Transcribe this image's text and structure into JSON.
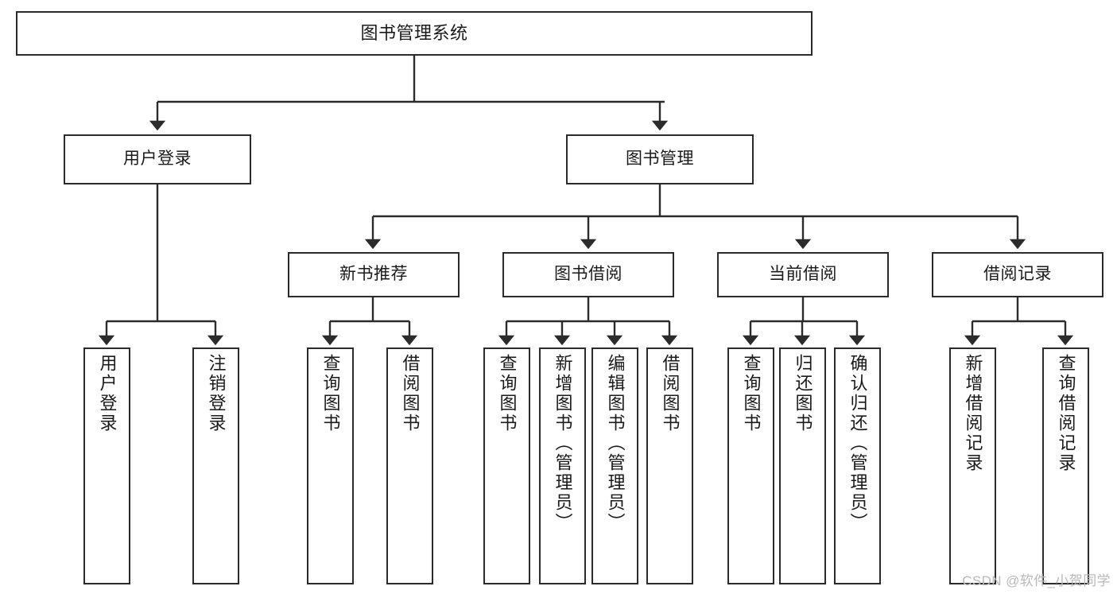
{
  "diagram": {
    "title": "图书管理系统",
    "type": "tree-hierarchy-diagram",
    "colors": {
      "box_border": "#2b2b2b",
      "box_fill": "#ffffff",
      "connector": "#2b2b2b",
      "text": "#1a1a1a",
      "watermark": "#b9b9b9",
      "background": "#ffffff"
    },
    "levels": {
      "root_label": "图书管理系统",
      "level2": [
        "用户登录",
        "图书管理"
      ],
      "level3": [
        "新书推荐",
        "图书借阅",
        "当前借阅",
        "借阅记录"
      ]
    },
    "nodes": {
      "root": {
        "label": "图书管理系统"
      },
      "user_login": {
        "label": "用户登录"
      },
      "book_manage": {
        "label": "图书管理"
      },
      "new_book_rec": {
        "label": "新书推荐"
      },
      "book_borrow": {
        "label": "图书借阅"
      },
      "current_borrow": {
        "label": "当前借阅"
      },
      "borrow_record": {
        "label": "借阅记录"
      },
      "leaf_user_login": {
        "label": "用户登录"
      },
      "leaf_user_logout": {
        "label": "注销登录"
      },
      "leaf_rec_query_book": {
        "label": "查询图书"
      },
      "leaf_rec_borrow_book": {
        "label": "借阅图书"
      },
      "leaf_borrow_query_book": {
        "label": "查询图书"
      },
      "leaf_add_book_admin": {
        "label": "新增图书（管理员）"
      },
      "leaf_edit_book_admin": {
        "label": "编辑图书（管理员）"
      },
      "leaf_borrow_book": {
        "label": "借阅图书"
      },
      "leaf_cur_query_book": {
        "label": "查询图书"
      },
      "leaf_return_book": {
        "label": "归还图书"
      },
      "leaf_confirm_return_admin": {
        "label": "确认归还（管理员）"
      },
      "leaf_add_borrow_record": {
        "label": "新增借阅记录"
      },
      "leaf_query_borrow_record": {
        "label": "查询借阅记录"
      }
    },
    "edges": [
      {
        "from": "root",
        "to": "user_login"
      },
      {
        "from": "root",
        "to": "book_manage"
      },
      {
        "from": "user_login",
        "to": "leaf_user_login"
      },
      {
        "from": "user_login",
        "to": "leaf_user_logout"
      },
      {
        "from": "book_manage",
        "to": "new_book_rec"
      },
      {
        "from": "book_manage",
        "to": "book_borrow"
      },
      {
        "from": "book_manage",
        "to": "current_borrow"
      },
      {
        "from": "book_manage",
        "to": "borrow_record"
      },
      {
        "from": "new_book_rec",
        "to": "leaf_rec_query_book"
      },
      {
        "from": "new_book_rec",
        "to": "leaf_rec_borrow_book"
      },
      {
        "from": "book_borrow",
        "to": "leaf_borrow_query_book"
      },
      {
        "from": "book_borrow",
        "to": "leaf_add_book_admin"
      },
      {
        "from": "book_borrow",
        "to": "leaf_edit_book_admin"
      },
      {
        "from": "book_borrow",
        "to": "leaf_borrow_book"
      },
      {
        "from": "current_borrow",
        "to": "leaf_cur_query_book"
      },
      {
        "from": "current_borrow",
        "to": "leaf_return_book"
      },
      {
        "from": "current_borrow",
        "to": "leaf_confirm_return_admin"
      },
      {
        "from": "borrow_record",
        "to": "leaf_add_borrow_record"
      },
      {
        "from": "borrow_record",
        "to": "leaf_query_borrow_record"
      }
    ]
  },
  "watermark": {
    "text": "CSDN @软件_小贺同学"
  }
}
